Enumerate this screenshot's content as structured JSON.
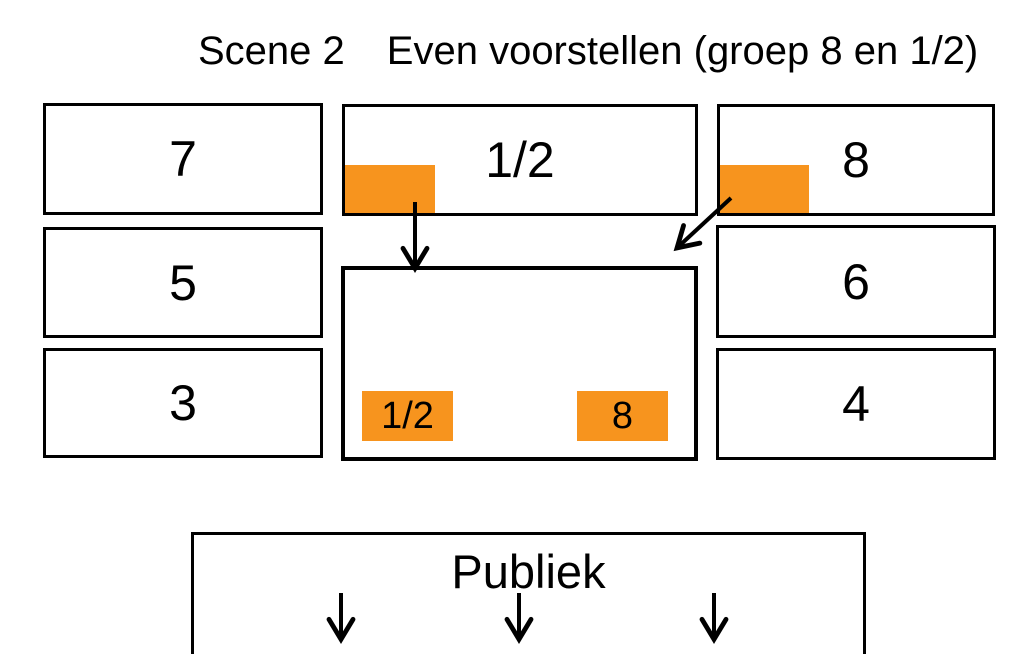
{
  "title": {
    "scene_label": "Scene 2",
    "subtitle": "Even voorstellen (groep 8 en 1/2)"
  },
  "colors": {
    "highlight": "#F7941E",
    "outline": "#000000",
    "background": "#FFFFFF"
  },
  "seating": {
    "left_column": [
      "7",
      "5",
      "3"
    ],
    "back_center": "1/2",
    "right_column": [
      "8",
      "6",
      "4"
    ]
  },
  "stage": {
    "front_markers": [
      {
        "label": "1/2"
      },
      {
        "label": "8"
      }
    ]
  },
  "audience": {
    "label": "Publiek"
  }
}
